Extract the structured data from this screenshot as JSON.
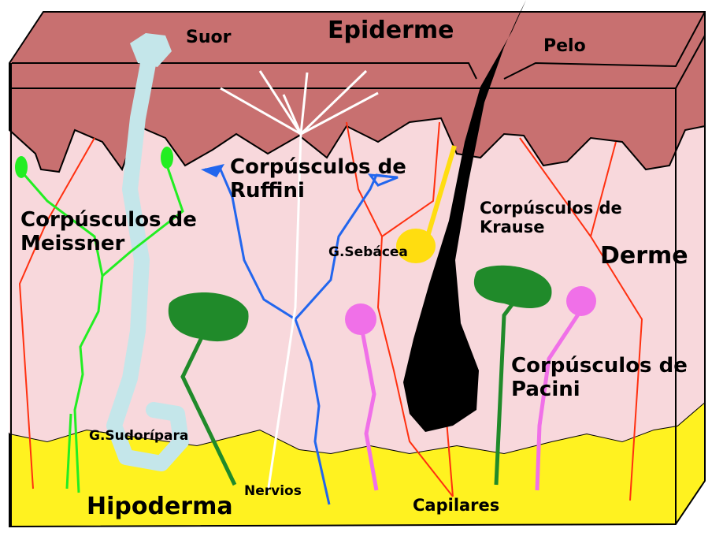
{
  "labels": {
    "suor": "Suor",
    "epiderme": "Epiderme",
    "pelo": "Pelo",
    "ruffini_1": "Corpúsculos de",
    "ruffini_2": "Ruffini",
    "meissner_1": "Corpúsculos de",
    "meissner_2": "Meissner",
    "sebacea": "G.Sebácea",
    "krause_1": "Corpúsculos de",
    "krause_2": "Krause",
    "derme": "Derme",
    "pacini_1": "Corpúsculos de",
    "pacini_2": "Pacini",
    "sudoripara": "G.Sudorípara",
    "hipoderma": "Hipoderma",
    "nervios": "Nervios",
    "capilares": "Capilares"
  },
  "colors": {
    "epidermis": "#c87070",
    "dermis": "#f8d8dc",
    "hypodermis": "#fff220",
    "sweat_gland": "#c4e6ea",
    "meissner": "#22ee22",
    "ruffini": "#2266ee",
    "pacini": "#f070e8",
    "krause": "#208a2a",
    "capillary": "#ff3010",
    "sebaceous": "#ffdd10",
    "hair": "#000000"
  }
}
